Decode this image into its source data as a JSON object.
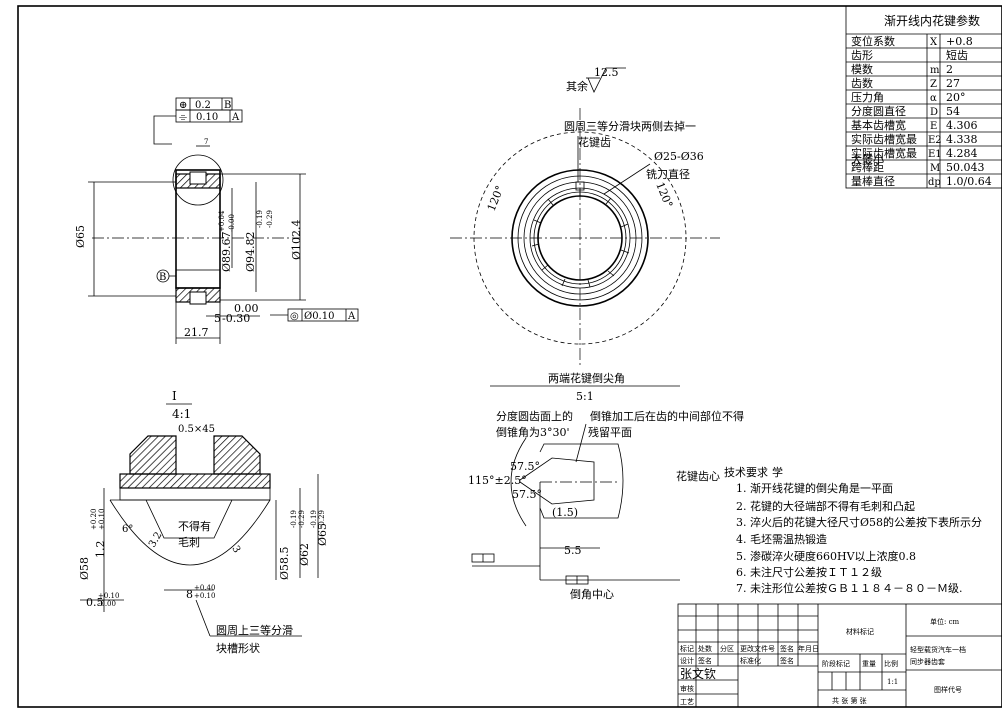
{
  "params_table": {
    "title": "渐开线内花键参数",
    "rows": [
      {
        "name": "变位系数",
        "sym": "X",
        "val": "+0.8"
      },
      {
        "name": "齿形",
        "sym": "",
        "val": "短齿"
      },
      {
        "name": "模数",
        "sym": "m",
        "val": "2"
      },
      {
        "name": "齿数",
        "sym": "Z",
        "val": "27"
      },
      {
        "name": "压力角",
        "sym": "α",
        "val": "20°"
      },
      {
        "name": "分度圆直径",
        "sym": "D",
        "val": "54"
      },
      {
        "name": "基本齿槽宽",
        "sym": "E",
        "val": "4.306"
      },
      {
        "name": "实际齿槽宽最",
        "sym": "E2",
        "val": "4.338"
      },
      {
        "name": "实际齿槽宽最",
        "sym": "E1",
        "val": "4.284"
      },
      {
        "name": "跨棒距",
        "sym": "M",
        "val": "50.043"
      },
      {
        "name": "量棒直径",
        "sym": "dp",
        "val": "1.0/0.64"
      }
    ],
    "overlap_text": "大最小"
  },
  "roughness": {
    "prefix": "其余",
    "value": "12.5"
  },
  "section_view": {
    "tol_frame_1": [
      "⊕",
      "0.2",
      "B"
    ],
    "tol_frame_2": [
      "⌯",
      "0.10",
      "A"
    ],
    "tol_frame_3": [
      "◎",
      "Ø0.10",
      "A"
    ],
    "tiny_tol": "7",
    "dim_d65": "Ø65",
    "dim_d89": "Ø89.67",
    "dim_d94": "Ø94.82",
    "dim_d102": "Ø102.4",
    "tol_d89_upper": "+0.04",
    "tol_d89_lower": "-0.00",
    "tol_d94_upper": "-0.19",
    "tol_d94_lower": "-0.29",
    "tol_bottom_upper": "0.00",
    "tol_bottom_lower": "-0.30",
    "dim_bottom_value": "5",
    "dim_width": "21.7",
    "datum_b": "B"
  },
  "front_view": {
    "note_slider": "圆周三等分滑块两侧去掉一",
    "note_tooth": "花键齿",
    "note_cutter_range": "Ø25-Ø36",
    "note_cutter": "铣刀直径",
    "angle_left": "120°",
    "angle_right": "120°"
  },
  "detail_view": {
    "label": "I",
    "scale": "4:1",
    "chamfer": "0.5×45",
    "note_no_burr_1": "不得有",
    "note_no_burr_2": "毛刺",
    "angle_6": "6°",
    "r3": "3",
    "r32": "3.2",
    "dim_d58": "Ø58",
    "dim_d58_5": "Ø58.5",
    "dim_d62": "Ø62",
    "dim_d65": "Ø65",
    "dim_1_2": "1.2",
    "dim_0_5": "0.5",
    "dim_8": "8",
    "tol_8_upper": "+0.40",
    "tol_8_lower": "+0.10",
    "tol_12_upper": "+0.20",
    "tol_12_lower": "+0.10",
    "tol_05_upper": "+0.10",
    "tol_05_lower": "-0.00",
    "tol_58_upper": "-0.19",
    "tol_58_lower": "-0.29",
    "tol_62_upper": "-0.19",
    "tol_62_lower": "-0.29",
    "note_slot_1": "圆周上三等分滑",
    "note_slot_2": "块槽形状"
  },
  "chamfer_view": {
    "title": "两端花键倒尖角",
    "scale": "5:1",
    "note_pitch_1": "分度圆齿面上的",
    "note_pitch_2": "倒锥角为3°30'",
    "note_mid_1": "倒锥加工后在齿的中间部位不得",
    "note_mid_2": "残留平面",
    "angle_115": "115°±2.5°",
    "angle_57a": "57.5°",
    "angle_57b": "57.5°",
    "dim_15": "(1.5)",
    "dim_55": "5.5",
    "note_center": "倒角中心",
    "note_tooth_center": "花键齿心"
  },
  "requirements": {
    "title": "技术要求",
    "title_suffix": "学",
    "items": [
      "1. 渐开线花键的倒尖角是一平面",
      "2. 花键的大径端部不得有毛刺和凸起",
      "3. 淬火后的花键大径尺寸Ø58的公差按下表所示分",
      "4. 毛坯需温热锻造",
      "5. 渗碳淬火硬度660HV以上浓度0.8",
      "6. 未注尺寸公差按ＩＴ１２级",
      "7. 未注形位公差按ＧＢ１１８４－８０－Ｍ级."
    ]
  },
  "title_block": {
    "material": "材料标记",
    "unit": "单位: cm",
    "part_name_1": "轻型载货汽车一档",
    "part_name_2": "同步器齿套",
    "headers": [
      "标记",
      "处数",
      "分区",
      "更改文件号",
      "签名",
      "年月日"
    ],
    "row_design": [
      "设计",
      "签名",
      "",
      "标准化",
      "签名",
      ""
    ],
    "designer": "张文钦",
    "check": "审核",
    "process": "工艺",
    "stage": "阶段标记",
    "weight": "重量",
    "ratio": "比例",
    "ratio_val": "1:1",
    "sheets": "共 张  第 张",
    "drawing_no": "图样代号"
  }
}
